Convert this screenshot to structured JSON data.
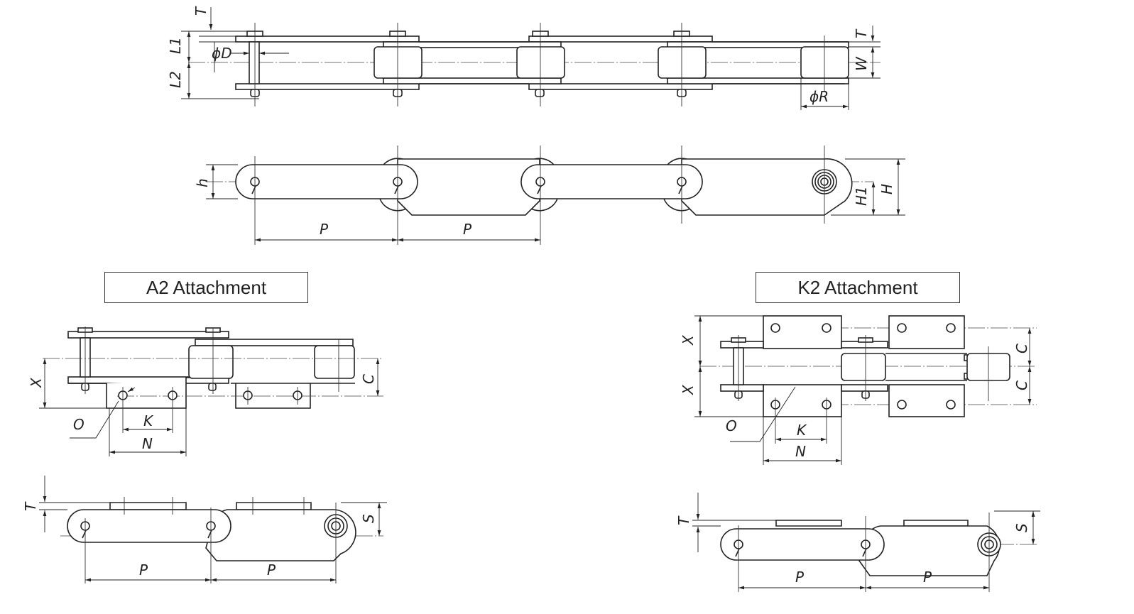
{
  "sections": {
    "a2": {
      "title": "A2 Attachment"
    },
    "k2": {
      "title": "K2 Attachment"
    }
  },
  "top_view": {
    "labels": {
      "T_left": "T",
      "L1": "L1",
      "L2": "L2",
      "D": "ϕD",
      "T_right": "T",
      "W": "W",
      "R": "ϕR"
    }
  },
  "side_view": {
    "labels": {
      "h": "h",
      "P1": "P",
      "P2": "P",
      "H1": "H1",
      "H": "H"
    }
  },
  "a2_plan": {
    "labels": {
      "X": "X",
      "C": "C",
      "O": "O",
      "K": "K",
      "N": "N"
    }
  },
  "a2_side": {
    "labels": {
      "T": "T",
      "S": "S",
      "P1": "P",
      "P2": "P"
    }
  },
  "k2_plan": {
    "labels": {
      "X1": "X",
      "X2": "X",
      "C1": "C",
      "C2": "C",
      "O": "O",
      "K": "K",
      "N": "N"
    }
  },
  "k2_side": {
    "labels": {
      "T": "T",
      "S": "S",
      "P1": "P",
      "P2": "P"
    }
  },
  "colors": {
    "line": "#222222",
    "background": "#ffffff"
  }
}
